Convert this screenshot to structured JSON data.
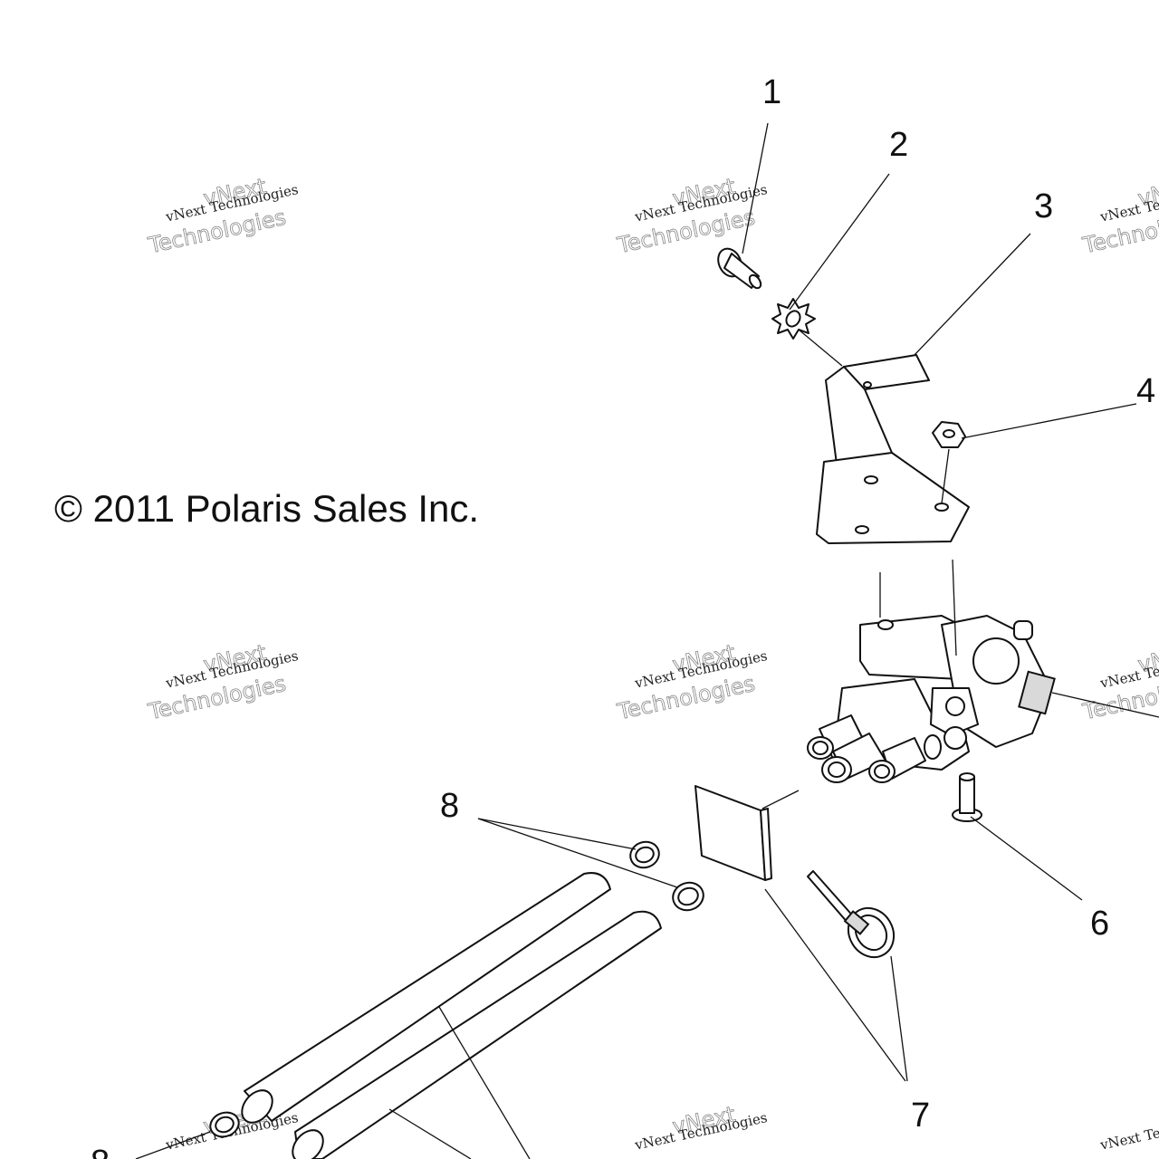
{
  "copyright": "© 2011 Polaris Sales Inc.",
  "watermark": {
    "line1": "vNext Technologies",
    "line2": "vNext",
    "line3": "Technologies"
  },
  "callouts": [
    "1",
    "2",
    "3",
    "4",
    "6",
    "7",
    "8",
    "8"
  ]
}
